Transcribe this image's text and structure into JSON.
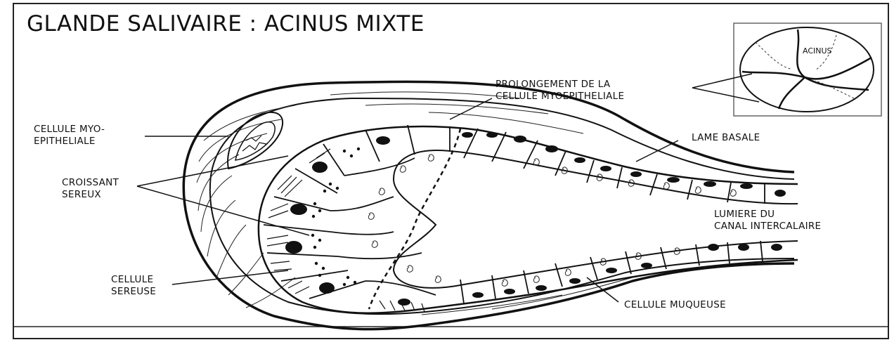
{
  "title": "GLANDE SALIVAIRE : ACINUS MIXTE",
  "labels": {
    "myo_cell": [
      "CELLULE MYO-",
      "EPITHELIALE"
    ],
    "croissant": [
      "CROISSANT",
      "SEREUX"
    ],
    "serous_cell": [
      "CELLULE",
      "SEREUSE"
    ],
    "prolongement": [
      "PROLONGEMENT DE LA",
      "CELLULE MYOEPITHELIALE"
    ],
    "lame_basale": "LAME BASALE",
    "lumiere": [
      "LUMIERE DU",
      "CANAL INTERCALAIRE"
    ],
    "mucous_cell": "CELLULE MUQUEUSE",
    "inset_acinus": "ACINUS"
  },
  "colors": {
    "ink": "#111111",
    "background": "#ffffff"
  }
}
